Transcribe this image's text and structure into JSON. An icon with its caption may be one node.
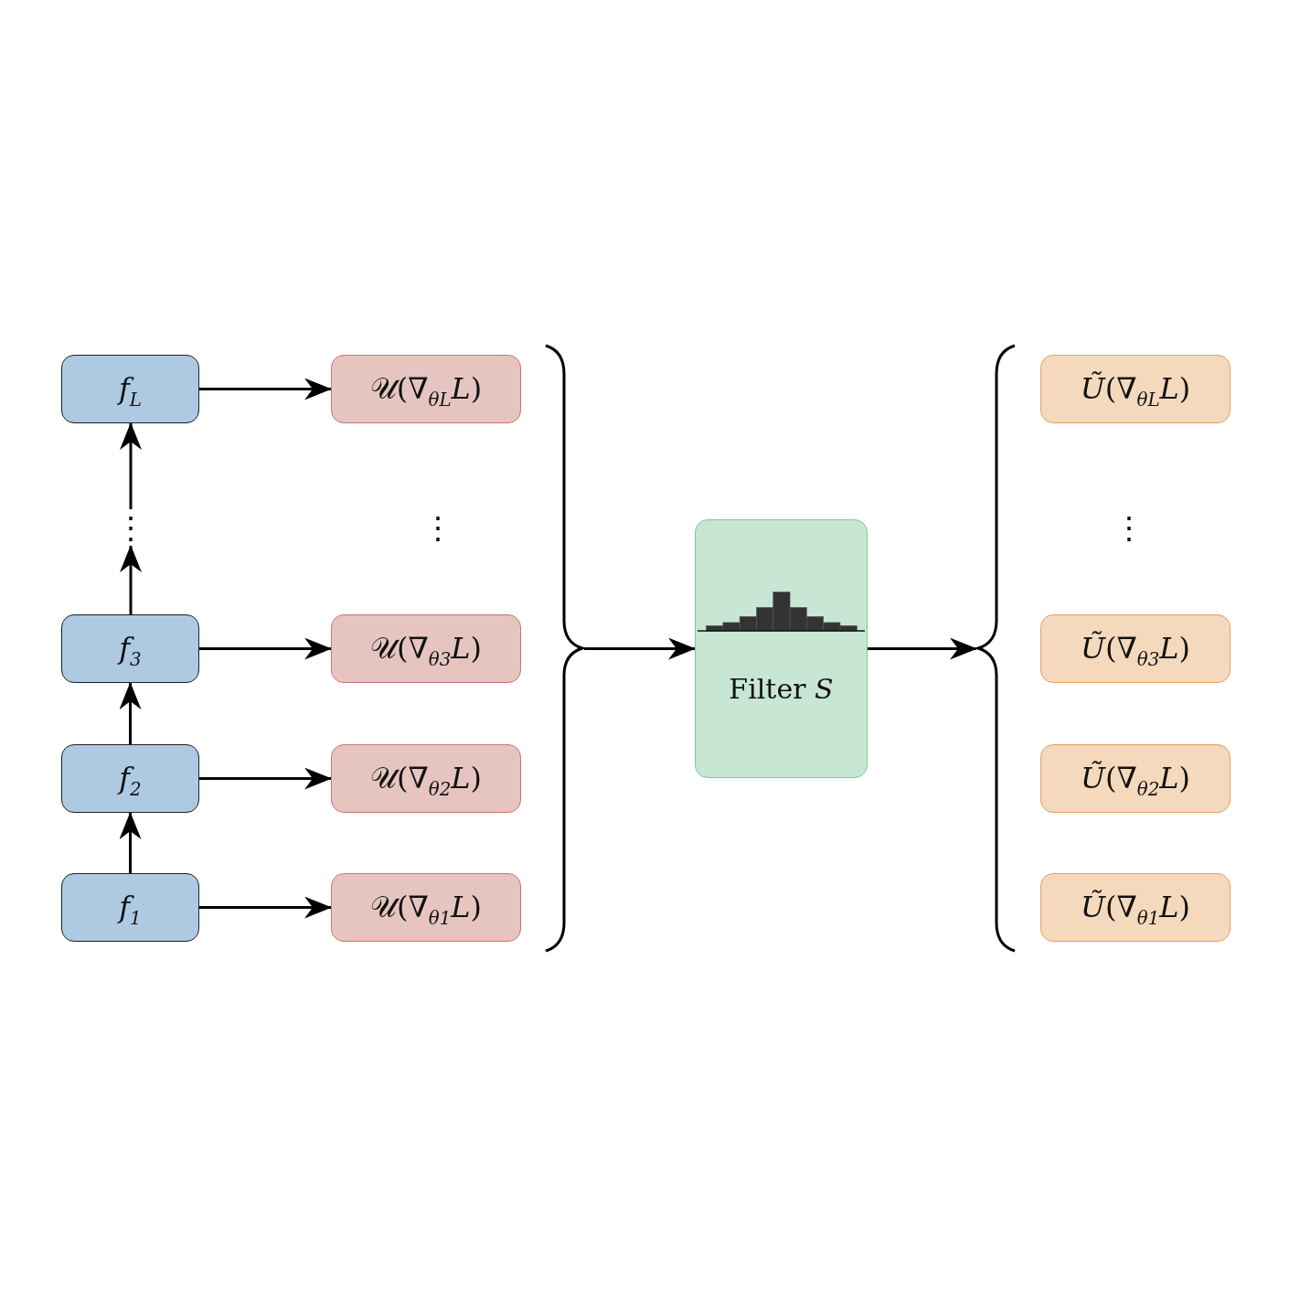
{
  "diagram": {
    "nodes": [
      {
        "text": [
          "*f*$_{L}$"
        ]
      },
      {
        "text": [
          "𝒰(∇$_{θL}$*L*)"
        ]
      },
      {
        "text": [
          "⋮"
        ]
      },
      {
        "text": [
          "*f*$_{3}$"
        ]
      },
      {
        "text": [
          "𝒰(∇$_{θ3}$*L*)"
        ]
      },
      {
        "text": [
          "*f*$_{2}$"
        ]
      },
      {
        "text": [
          "𝒰(∇$_{θ2}$*L*)"
        ]
      },
      {
        "text": [
          "*f*$_{1}$"
        ]
      },
      {
        "text": [
          "𝒰(∇$_{θ1}$*L*)"
        ]
      },
      {
        "text": [],
        "shape": "brace"
      },
      {
        "text": [
          "Filter *S*"
        ]
      },
      {
        "text": [],
        "shape": "brace"
      },
      {
        "text": [
          "*Ũ*(∇$_{θL}$*L*)"
        ]
      },
      {
        "text": [
          "*Ũ*(∇$_{θ3}$*L*)"
        ]
      },
      {
        "text": [
          "*Ũ*(∇$_{θ2}$*L*)"
        ]
      },
      {
        "text": [
          "*Ũ*(∇$_{θ1}$*L*)"
        ]
      }
    ],
    "edges": [
      {
        "from": 7,
        "to": 5,
        "arrow": "to"
      },
      {
        "from": 5,
        "to": 3,
        "arrow": "to"
      },
      {
        "from": 3,
        "to": 2,
        "arrow": "to"
      },
      {
        "from": 2,
        "to": 0,
        "arrow": "to"
      },
      {
        "from": 0,
        "to": 1,
        "arrow": "to"
      },
      {
        "from": 3,
        "to": 4,
        "arrow": "to"
      },
      {
        "from": 5,
        "to": 6,
        "arrow": "to"
      },
      {
        "from": 7,
        "to": 8,
        "arrow": "to"
      },
      {
        "from": 9,
        "to": 10,
        "arrow": "to"
      },
      {
        "from": 10,
        "to": 11,
        "arrow": "to"
      }
    ],
    "labels": [
      "⋮",
      "⋮"
    ]
  }
}
